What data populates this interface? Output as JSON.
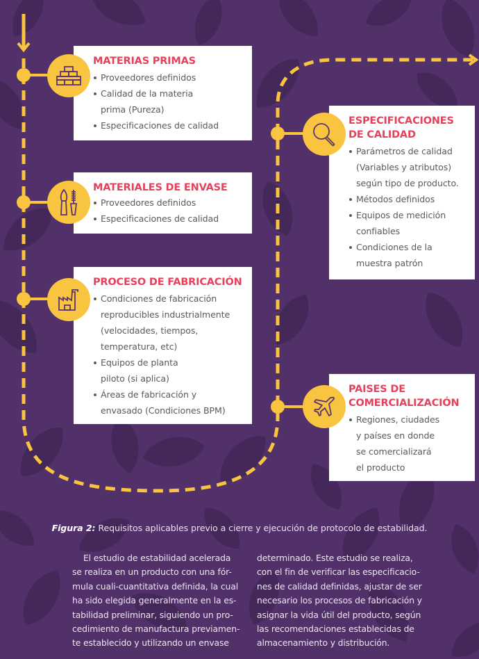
{
  "colors": {
    "background": "#52306a",
    "leaf": "#44285a",
    "accent_yellow": "#f9c440",
    "title_red": "#e5415b",
    "card_text": "#5a5a5a",
    "icon_stroke": "#5b3470"
  },
  "diagram": {
    "cards": [
      {
        "id": "materias-primas",
        "icon": "bricks-icon",
        "title_lines": [
          "MATERIAS PRIMAS"
        ],
        "bullets": [
          [
            "Proveedores definidos"
          ],
          [
            "Calidad de la materia",
            "prima (Pureza)"
          ],
          [
            "Especificaciones de calidad"
          ]
        ]
      },
      {
        "id": "materiales-de-envase",
        "icon": "cosmetic-containers-icon",
        "title_lines": [
          "MATERIALES DE ENVASE"
        ],
        "bullets": [
          [
            "Proveedores definidos"
          ],
          [
            "Especificaciones de calidad"
          ]
        ]
      },
      {
        "id": "proceso-de-fabricacion",
        "icon": "factory-icon",
        "title_lines": [
          "PROCESO DE FABRICACIÓN"
        ],
        "bullets": [
          [
            "Condiciones  de fabricación",
            "reproducibles industrialmente",
            "(velocidades, tiempos,",
            "temperatura, etc)"
          ],
          [
            "Equipos de planta",
            "piloto (si aplica)"
          ],
          [
            "Áreas de fabricación y",
            "envasado (Condiciones BPM)"
          ]
        ]
      },
      {
        "id": "especificaciones-de-calidad",
        "icon": "magnifier-icon",
        "title_lines": [
          "ESPECIFICACIONES",
          "DE CALIDAD"
        ],
        "bullets": [
          [
            "Parámetros de calidad",
            "(Variables y atributos)",
            "según tipo de producto."
          ],
          [
            "Métodos definidos"
          ],
          [
            "Equipos de medición",
            "confiables"
          ],
          [
            "Condiciones de la",
            "muestra patrón"
          ]
        ]
      },
      {
        "id": "paises-de-comercializacion",
        "icon": "airplane-icon",
        "title_lines": [
          "PAISES DE",
          "COMERCIALIZACIÓN"
        ],
        "bullets": [
          [
            "Regiones, ciudades",
            "y países en donde",
            "se  comercializará",
            "el producto"
          ]
        ]
      }
    ]
  },
  "caption": {
    "label": "Figura 2:",
    "text": " Requisitos aplicables previo a cierre y ejecución de protocolo de estabilidad."
  },
  "body": {
    "left_lines": [
      "El estudio de estabilidad acelerada",
      "se realiza en un producto con una fór-",
      "mula cuali-cuantitativa definida, la cual",
      "ha sido elegida generalmente en la es-",
      "tabilidad preliminar, siguiendo un pro-",
      "cedimiento de manufactura previamen-",
      "te establecido y utilizando un envase"
    ],
    "right_lines": [
      "determinado.  Este estudio se realiza,",
      "con el fin de verificar las especificacio-",
      "nes de calidad definidas, ajustar de ser",
      "necesario los procesos de fabricación y",
      "asignar la vida útil del producto, según",
      "las recomendaciones establecidas de",
      "almacenamiento y distribución."
    ]
  }
}
